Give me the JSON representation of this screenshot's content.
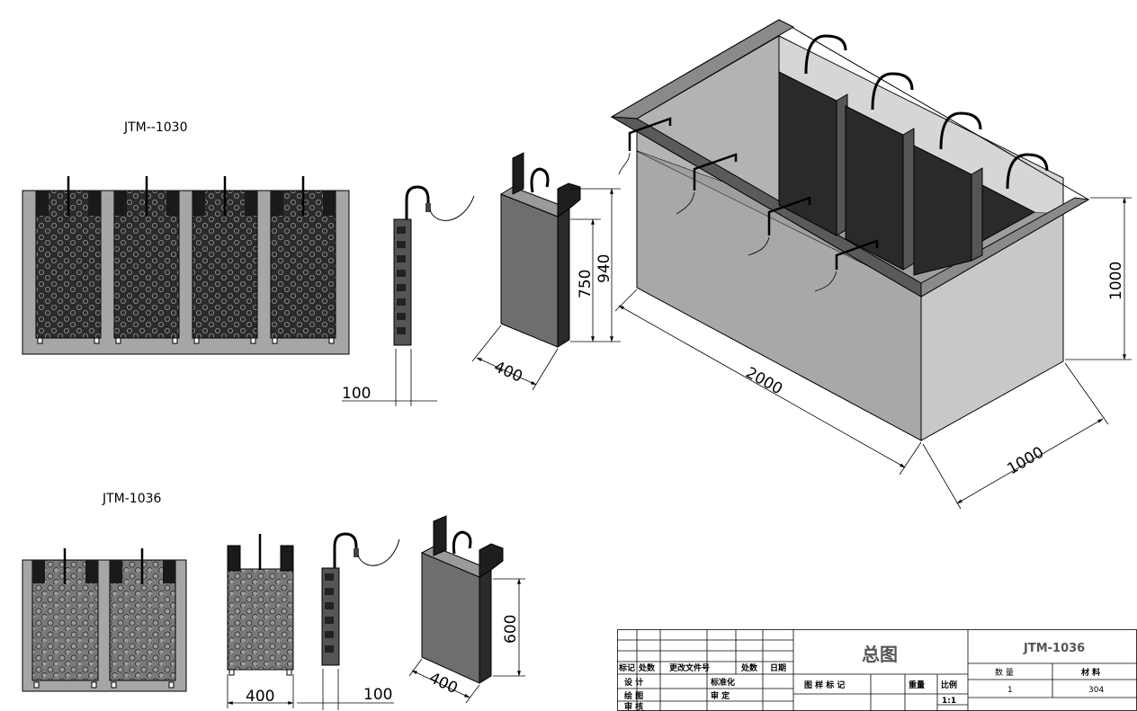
{
  "labels": {
    "model_top": "JTM--1030",
    "model_bottom": "JTM-1036"
  },
  "dimensions": {
    "side_width_top": "100",
    "bag_width_top": "400",
    "bag_height_inner": "750",
    "bag_height_outer": "940",
    "tank_length": "2000",
    "tank_width": "1000",
    "tank_height": "1000",
    "bag_width_bottom": "400",
    "side_width_bottom": "100",
    "bag_iso_width_bottom": "400",
    "bag_height_bottom": "600"
  },
  "title_block": {
    "title": "总图",
    "drawing_no": "JTM-1036",
    "rev_headers": [
      "标记",
      "处数",
      "更改文件号",
      "处数",
      "日期"
    ],
    "design": "设 计",
    "standard": "标准化",
    "draw": "绘 图",
    "review": "审 定",
    "check": "审 核",
    "stage_mark": "图 样 标 记",
    "weight": "重量",
    "scale_label": "比例",
    "scale_value": "1:1",
    "qty_label": "数 量",
    "material_label": "材 料",
    "qty_value": "1",
    "material_value": "304"
  }
}
